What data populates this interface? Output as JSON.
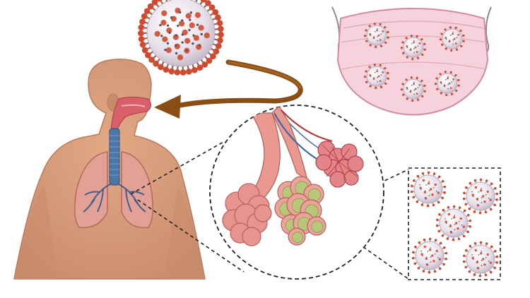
{
  "figure": {
    "elements": [
      {
        "name": "virus-particle",
        "label": ""
      },
      {
        "name": "face-mask",
        "label": ""
      },
      {
        "name": "transmission-arrow",
        "label": ""
      },
      {
        "name": "human-torso",
        "label": ""
      },
      {
        "name": "lungs",
        "label": ""
      },
      {
        "name": "alveoli-zoom",
        "label": ""
      },
      {
        "name": "virus-cluster-zoom",
        "label": ""
      }
    ],
    "mask_virus_count": 6,
    "inset_virus_count": 5
  },
  "colors": {
    "skin": "#d59a7a",
    "skin_dark": "#b97b5e",
    "lung": "#e3a094",
    "trachea": "#4c77a8",
    "virus_body": "#ece7ee",
    "virus_spike": "#cf4a30",
    "arrow": "#8a4e14",
    "mask": "#f6d3dc",
    "mask_stroke": "#d48a9e",
    "alveolus": "#e8938d",
    "infected": "#b9c77a"
  }
}
